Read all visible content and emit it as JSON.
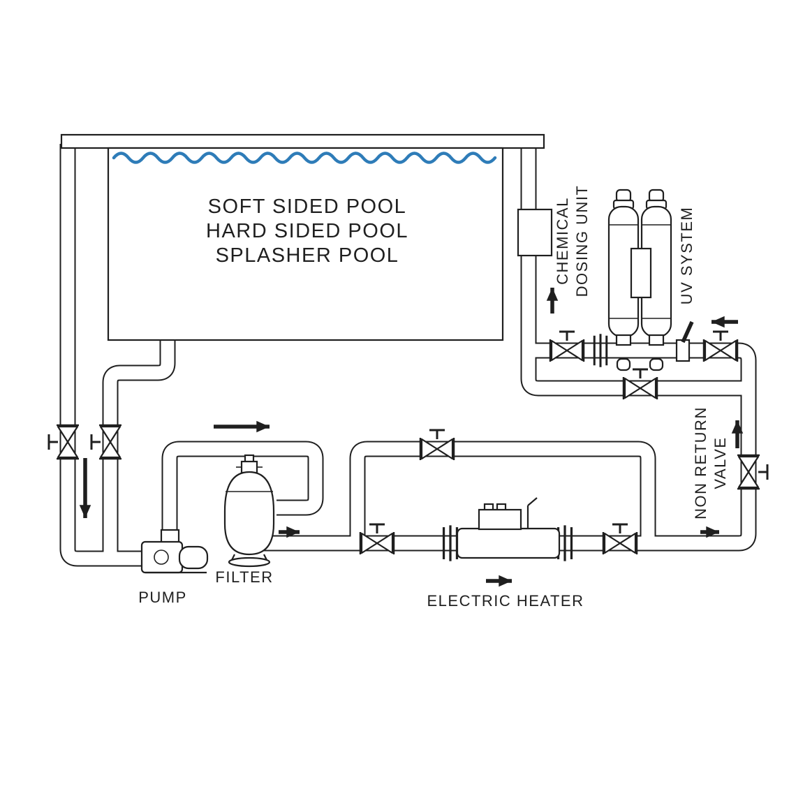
{
  "pool": {
    "line1": "SOFT SIDED POOL",
    "line2": "HARD SIDED POOL",
    "line3": "SPLASHER POOL"
  },
  "labels": {
    "pump": "PUMP",
    "filter": "FILTER",
    "electric_heater": "ELECTRIC HEATER",
    "chemical_dosing_line1": "CHEMICAL",
    "chemical_dosing_line2": "DOSING UNIT",
    "uv_system": "UV SYSTEM",
    "non_return_line1": "NON RETURN",
    "non_return_line2": "VALVE"
  },
  "colors": {
    "line": "#1f1f1f",
    "water": "#2e7cb8",
    "background": "#ffffff"
  }
}
